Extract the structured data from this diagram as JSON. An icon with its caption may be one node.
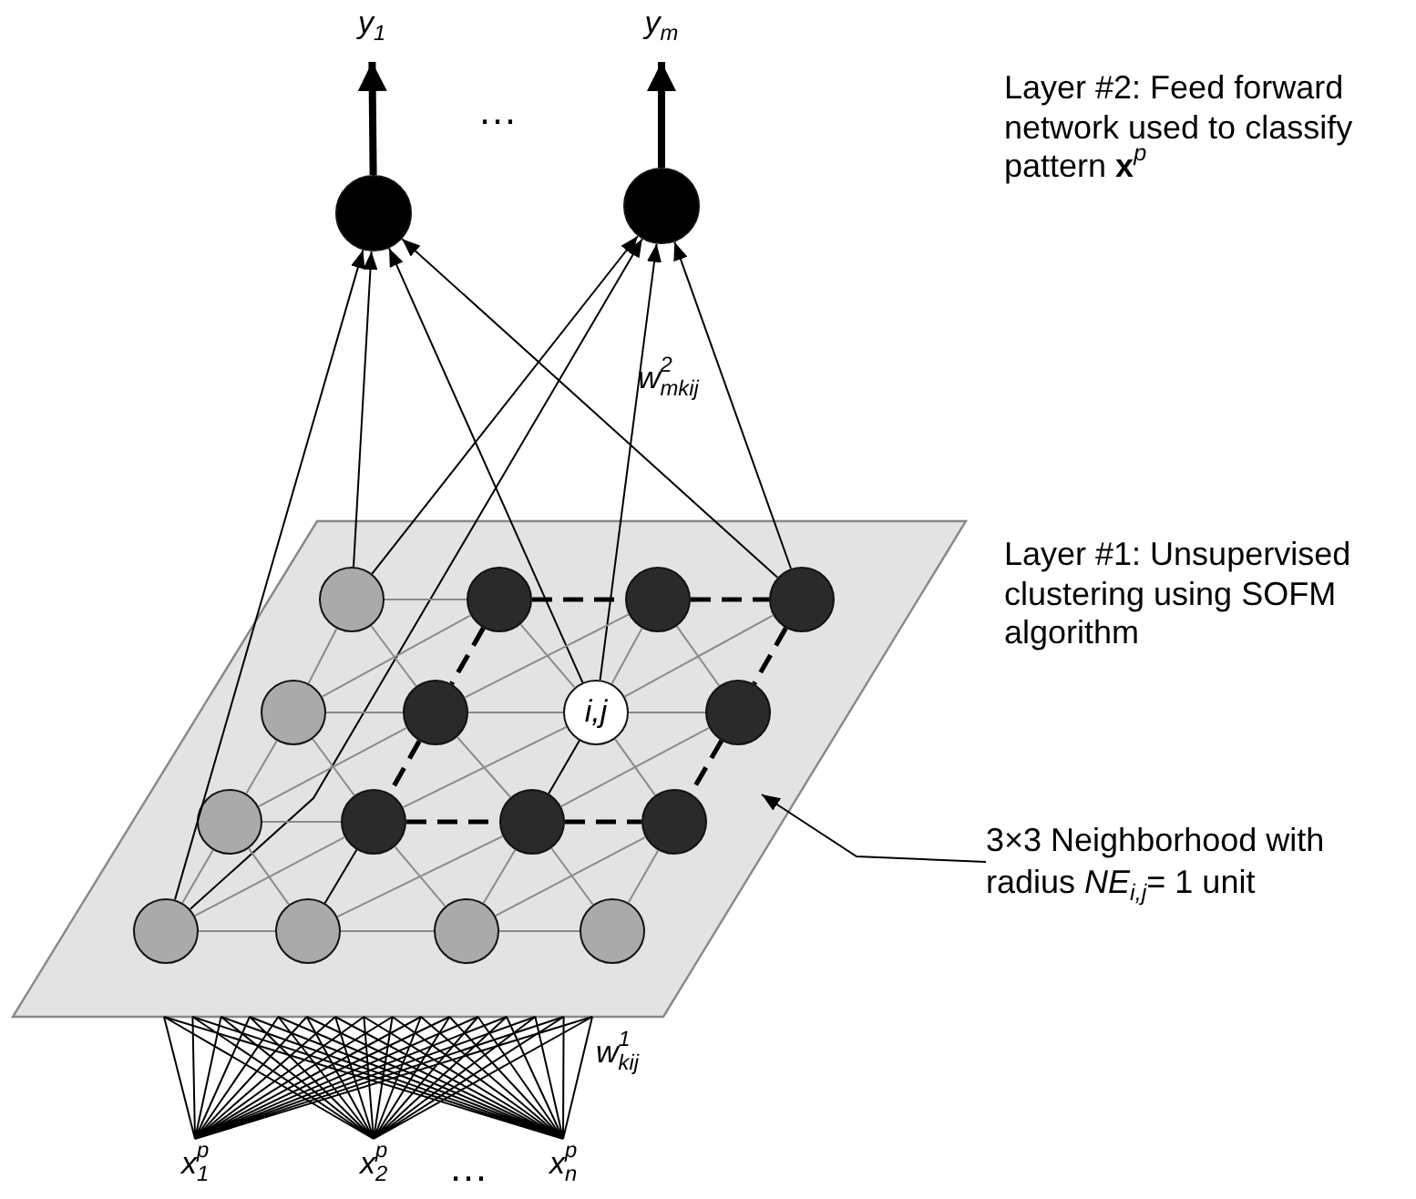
{
  "diagram": {
    "nodes": [
      {
        "text": [
          "*y*$_{1}$"
        ]
      },
      {
        "text": [
          "*y*$_{m}$"
        ]
      },
      {
        "text": [],
        "shape": "circle"
      },
      {
        "text": [],
        "shape": "circle"
      },
      {
        "text": [],
        "shape": "parallelogram"
      },
      {
        "text": [],
        "shape": "circle",
        "in": 4
      },
      {
        "text": [],
        "shape": "circle",
        "in": 4
      },
      {
        "text": [],
        "shape": "circle",
        "in": 4
      },
      {
        "text": [],
        "shape": "circle",
        "in": 4
      },
      {
        "text": [],
        "shape": "circle",
        "in": 4
      },
      {
        "text": [],
        "shape": "circle",
        "in": 4
      },
      {
        "text": [
          "i,j"
        ],
        "in": 4
      },
      {
        "text": [],
        "shape": "circle",
        "in": 4
      },
      {
        "text": [],
        "shape": "circle",
        "in": 4
      },
      {
        "text": [],
        "shape": "circle",
        "in": 4
      },
      {
        "text": [],
        "shape": "circle",
        "in": 4
      },
      {
        "text": [],
        "shape": "circle",
        "in": 4
      },
      {
        "text": [],
        "shape": "circle",
        "in": 4
      },
      {
        "text": [],
        "shape": "circle",
        "in": 4
      },
      {
        "text": [],
        "shape": "circle",
        "in": 4
      },
      {
        "text": [],
        "shape": "circle",
        "in": 4
      },
      {
        "text": [
          "3×3 Neighborhood with radius *NE*$_{i,j}$= 1 unit"
        ]
      },
      {
        "text": [
          "*x*$^{p}$$_{1}$"
        ]
      },
      {
        "text": [
          "*x*$^{p}$$_{2}$"
        ]
      },
      {
        "text": [
          "*x*$^{p}$$_{n}$"
        ]
      }
    ],
    "edges": [
      {
        "from": 2,
        "to": 0,
        "arrow": "to",
        "style": "thick",
        "color": "#000000"
      },
      {
        "from": 3,
        "to": 1,
        "arrow": "to",
        "style": "thick",
        "color": "#000000"
      },
      {
        "from": 17,
        "to": 2,
        "arrow": "to",
        "color": "#000000"
      },
      {
        "from": 5,
        "to": 2,
        "arrow": "to",
        "color": "#000000"
      },
      {
        "from": 11,
        "to": 2,
        "arrow": "to",
        "color": "#000000"
      },
      {
        "from": 8,
        "to": 2,
        "arrow": "to",
        "color": "#000000"
      },
      {
        "from": 5,
        "to": 3,
        "arrow": "to",
        "color": "#000000"
      },
      {
        "from": 17,
        "to": 3,
        "arrow": "to",
        "color": "#000000"
      },
      {
        "from": 11,
        "to": 3,
        "arrow": "to",
        "color": "#000000"
      },
      {
        "from": 8,
        "to": 3,
        "arrow": "to",
        "color": "#000000"
      },
      {
        "from": 5,
        "to": 6,
        "arrow": "none"
      },
      {
        "from": 6,
        "to": 7,
        "arrow": "none",
        "style": "dashed",
        "color": "#000000"
      },
      {
        "from": 7,
        "to": 8,
        "arrow": "none",
        "style": "dashed",
        "color": "#000000"
      },
      {
        "from": 9,
        "to": 10,
        "arrow": "none"
      },
      {
        "from": 10,
        "to": 11,
        "arrow": "none"
      },
      {
        "from": 11,
        "to": 12,
        "arrow": "none"
      },
      {
        "from": 13,
        "to": 14,
        "arrow": "none"
      },
      {
        "from": 14,
        "to": 15,
        "arrow": "none",
        "style": "dashed",
        "color": "#000000"
      },
      {
        "from": 15,
        "to": 16,
        "arrow": "none",
        "style": "dashed",
        "color": "#000000"
      },
      {
        "from": 17,
        "to": 18,
        "arrow": "none"
      },
      {
        "from": 18,
        "to": 19,
        "arrow": "none"
      },
      {
        "from": 19,
        "to": 20,
        "arrow": "none"
      },
      {
        "from": 5,
        "to": 9,
        "arrow": "none"
      },
      {
        "from": 6,
        "to": 10,
        "arrow": "none",
        "style": "dashed",
        "color": "#000000"
      },
      {
        "from": 7,
        "to": 11,
        "arrow": "none"
      },
      {
        "from": 8,
        "to": 12,
        "arrow": "none",
        "style": "dashed",
        "color": "#000000"
      },
      {
        "from": 9,
        "to": 13,
        "arrow": "none"
      },
      {
        "from": 10,
        "to": 14,
        "arrow": "none",
        "style": "dashed",
        "color": "#000000"
      },
      {
        "from": 11,
        "to": 15,
        "arrow": "none",
        "color": "#000000"
      },
      {
        "from": 12,
        "to": 16,
        "arrow": "none",
        "style": "dashed",
        "color": "#000000"
      },
      {
        "from": 13,
        "to": 17,
        "arrow": "none"
      },
      {
        "from": 14,
        "to": 18,
        "arrow": "none",
        "color": "#000000"
      },
      {
        "from": 15,
        "to": 19,
        "arrow": "none"
      },
      {
        "from": 16,
        "to": 20,
        "arrow": "none"
      },
      {
        "from": 5,
        "to": 10,
        "arrow": "none"
      },
      {
        "from": 6,
        "to": 11,
        "arrow": "none"
      },
      {
        "from": 7,
        "to": 12,
        "arrow": "none"
      },
      {
        "from": 9,
        "to": 14,
        "arrow": "none"
      },
      {
        "from": 10,
        "to": 15,
        "arrow": "none"
      },
      {
        "from": 11,
        "to": 16,
        "arrow": "none"
      },
      {
        "from": 13,
        "to": 18,
        "arrow": "none"
      },
      {
        "from": 14,
        "to": 19,
        "arrow": "none"
      },
      {
        "from": 15,
        "to": 20,
        "arrow": "none"
      },
      {
        "from": 9,
        "to": 6,
        "arrow": "none"
      },
      {
        "from": 10,
        "to": 7,
        "arrow": "none"
      },
      {
        "from": 11,
        "to": 8,
        "arrow": "none"
      },
      {
        "from": 13,
        "to": 10,
        "arrow": "none"
      },
      {
        "from": 14,
        "to": 11,
        "arrow": "none"
      },
      {
        "from": 15,
        "to": 12,
        "arrow": "none"
      },
      {
        "from": 17,
        "to": 14,
        "arrow": "none"
      },
      {
        "from": 18,
        "to": 15,
        "arrow": "none"
      },
      {
        "from": 19,
        "to": 16,
        "arrow": "none"
      },
      {
        "from": 21,
        "to": 4,
        "arrow": "to",
        "color": "#000000"
      },
      {
        "from": 22,
        "to": 4,
        "arrow": "none",
        "color": "#000000"
      },
      {
        "from": 23,
        "to": 4,
        "arrow": "none",
        "color": "#000000"
      },
      {
        "from": 24,
        "to": 4,
        "arrow": "none",
        "color": "#000000"
      }
    ],
    "labels": [
      "…",
      "Layer #2: Feed forward network used to classify pattern **x**$^{p}$",
      "*w*$^{2}$$_{mkij}$",
      "Layer #1: Unsupervised clustering using SOFM algorithm",
      "*w*$^{1}$$_{kij}$",
      "…"
    ]
  }
}
